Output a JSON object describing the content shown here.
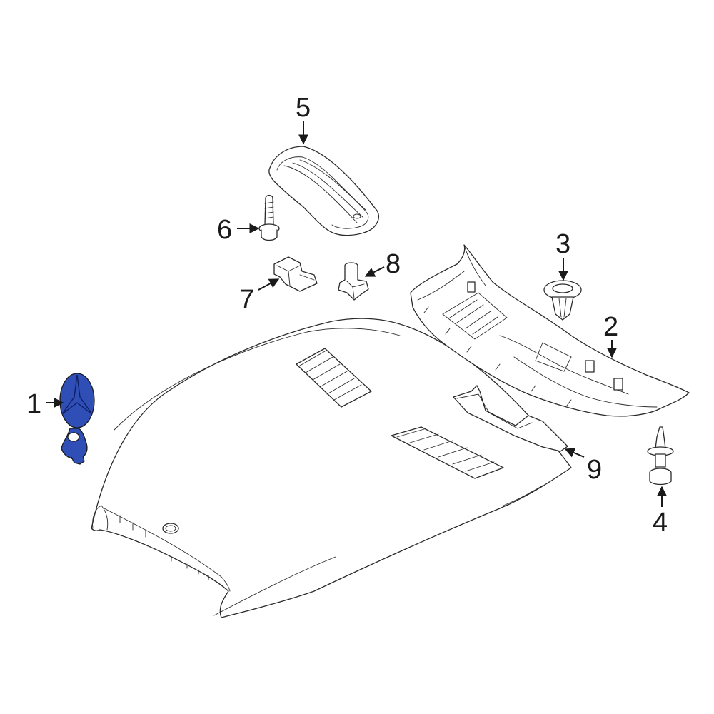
{
  "diagram": {
    "highlight_color": "#2f4fb6",
    "callouts": [
      {
        "id": "1",
        "label": "1"
      },
      {
        "id": "2",
        "label": "2"
      },
      {
        "id": "3",
        "label": "3"
      },
      {
        "id": "4",
        "label": "4"
      },
      {
        "id": "5",
        "label": "5"
      },
      {
        "id": "6",
        "label": "6"
      },
      {
        "id": "7",
        "label": "7"
      },
      {
        "id": "8",
        "label": "8"
      },
      {
        "id": "9",
        "label": "9"
      }
    ]
  }
}
